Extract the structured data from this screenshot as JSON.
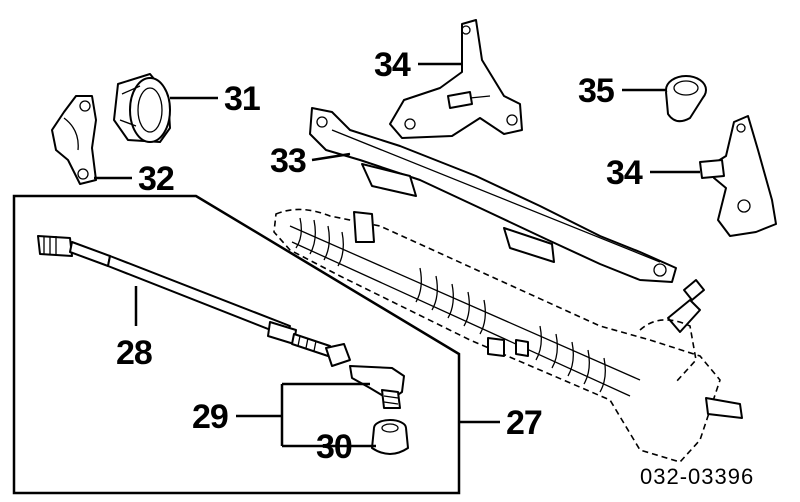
{
  "diagram": {
    "callouts": {
      "c27": "27",
      "c28": "28",
      "c29": "29",
      "c30": "30",
      "c31": "31",
      "c32": "32",
      "c33": "33",
      "c34_top": "34",
      "c34_right": "34",
      "c35": "35"
    },
    "reference_code": "032-03396"
  }
}
